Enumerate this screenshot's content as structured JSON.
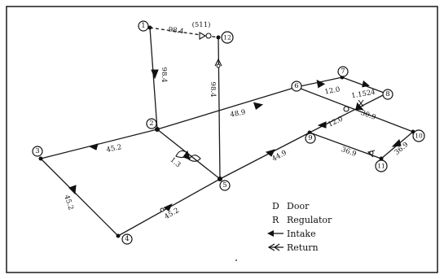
{
  "nodes": [
    {
      "id": "1",
      "label": "1"
    },
    {
      "id": "2",
      "label": "2"
    },
    {
      "id": "3",
      "label": "3"
    },
    {
      "id": "4",
      "label": "4"
    },
    {
      "id": "5",
      "label": "5"
    },
    {
      "id": "6",
      "label": "6"
    },
    {
      "id": "7",
      "label": "7"
    },
    {
      "id": "8",
      "label": "8"
    },
    {
      "id": "9",
      "label": "9"
    },
    {
      "id": "10",
      "label": "10"
    },
    {
      "id": "11",
      "label": "11"
    },
    {
      "id": "12",
      "label": "12"
    }
  ],
  "flows": {
    "f_1_12": "98.4",
    "f_1_2": "98.4",
    "f_5_12": "98.4",
    "f_2_6": "48.9",
    "f_2_3": "45.2",
    "f_2_5": "1.3",
    "f_3_4": "45.2",
    "f_4_5": "45.2",
    "f_5_9": "44.9",
    "f_6_7": "12.0",
    "f_9_8": "12.0",
    "f_6_10": "30.9",
    "f_9_11": "36.9",
    "f_10_11": "36.9"
  },
  "annotations": {
    "regulator_top": "(511)",
    "regulator_right": "1.1524"
  },
  "legend": {
    "door_symbol": "D",
    "door_label": "Door",
    "regulator_symbol": "R",
    "regulator_label": "Regulator",
    "intake_label": "Intake",
    "return_label": "Return"
  }
}
